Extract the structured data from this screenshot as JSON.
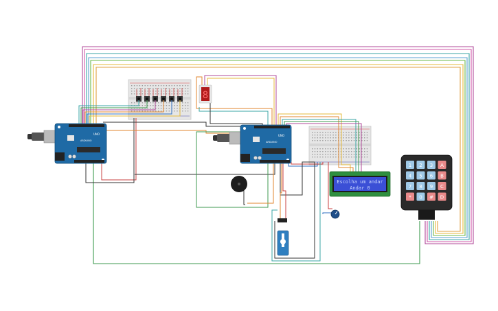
{
  "arduino_left": {
    "brand": "UNO",
    "label": "ARDUINO"
  },
  "arduino_right": {
    "brand": "UNO",
    "label": "ARDUINO"
  },
  "lcd": {
    "line1": "Escolha um andar",
    "line2": "Andar 0"
  },
  "seven_segment": {
    "digit": "8"
  },
  "keypad": {
    "keys": [
      "1",
      "2",
      "3",
      "A",
      "4",
      "5",
      "6",
      "B",
      "7",
      "8",
      "9",
      "C",
      "*",
      "0",
      "#",
      "D"
    ]
  },
  "colors": {
    "arduino": "#1f6aa5",
    "lcd_screen": "#3b4fd6",
    "lcd_text": "#c9d7ff",
    "keypad_body": "#2a2a2a",
    "key_number": "#9fc9e6",
    "key_letter": "#e98a8a",
    "wire_purple": "#b04a9a",
    "wire_teal": "#3aa6a6",
    "wire_yellow": "#e5b93b",
    "wire_orange": "#e0862e",
    "wire_green": "#3c9a4f",
    "wire_blue": "#2f6fc0",
    "wire_red": "#c94040",
    "wire_black": "#333333"
  }
}
